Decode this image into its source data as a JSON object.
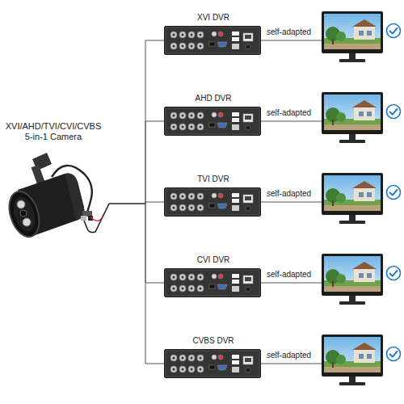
{
  "diagram": {
    "nodes": [
      {
        "text": [
          "XVI/AHD/TVI/CVI/CVBS 5-in-1 Camera"
        ]
      },
      {
        "text": [
          "XVI DVR"
        ]
      },
      {
        "text": [
          "AHD DVR"
        ]
      },
      {
        "text": [
          "TVI DVR"
        ]
      },
      {
        "text": [
          "CVI DVR"
        ]
      },
      {
        "text": [
          "CVBS DVR"
        ]
      }
    ],
    "edges": [
      {
        "from": 0,
        "to": 1,
        "arrow": "none"
      },
      {
        "from": 0,
        "to": 2,
        "arrow": "none"
      },
      {
        "from": 0,
        "to": 3,
        "arrow": "none"
      },
      {
        "from": 0,
        "to": 4,
        "arrow": "none"
      },
      {
        "from": 0,
        "to": 5,
        "arrow": "none"
      }
    ],
    "labels": [
      "self-adapted",
      "self-adapted",
      "self-adapted",
      "self-adapted",
      "self-adapted"
    ]
  }
}
